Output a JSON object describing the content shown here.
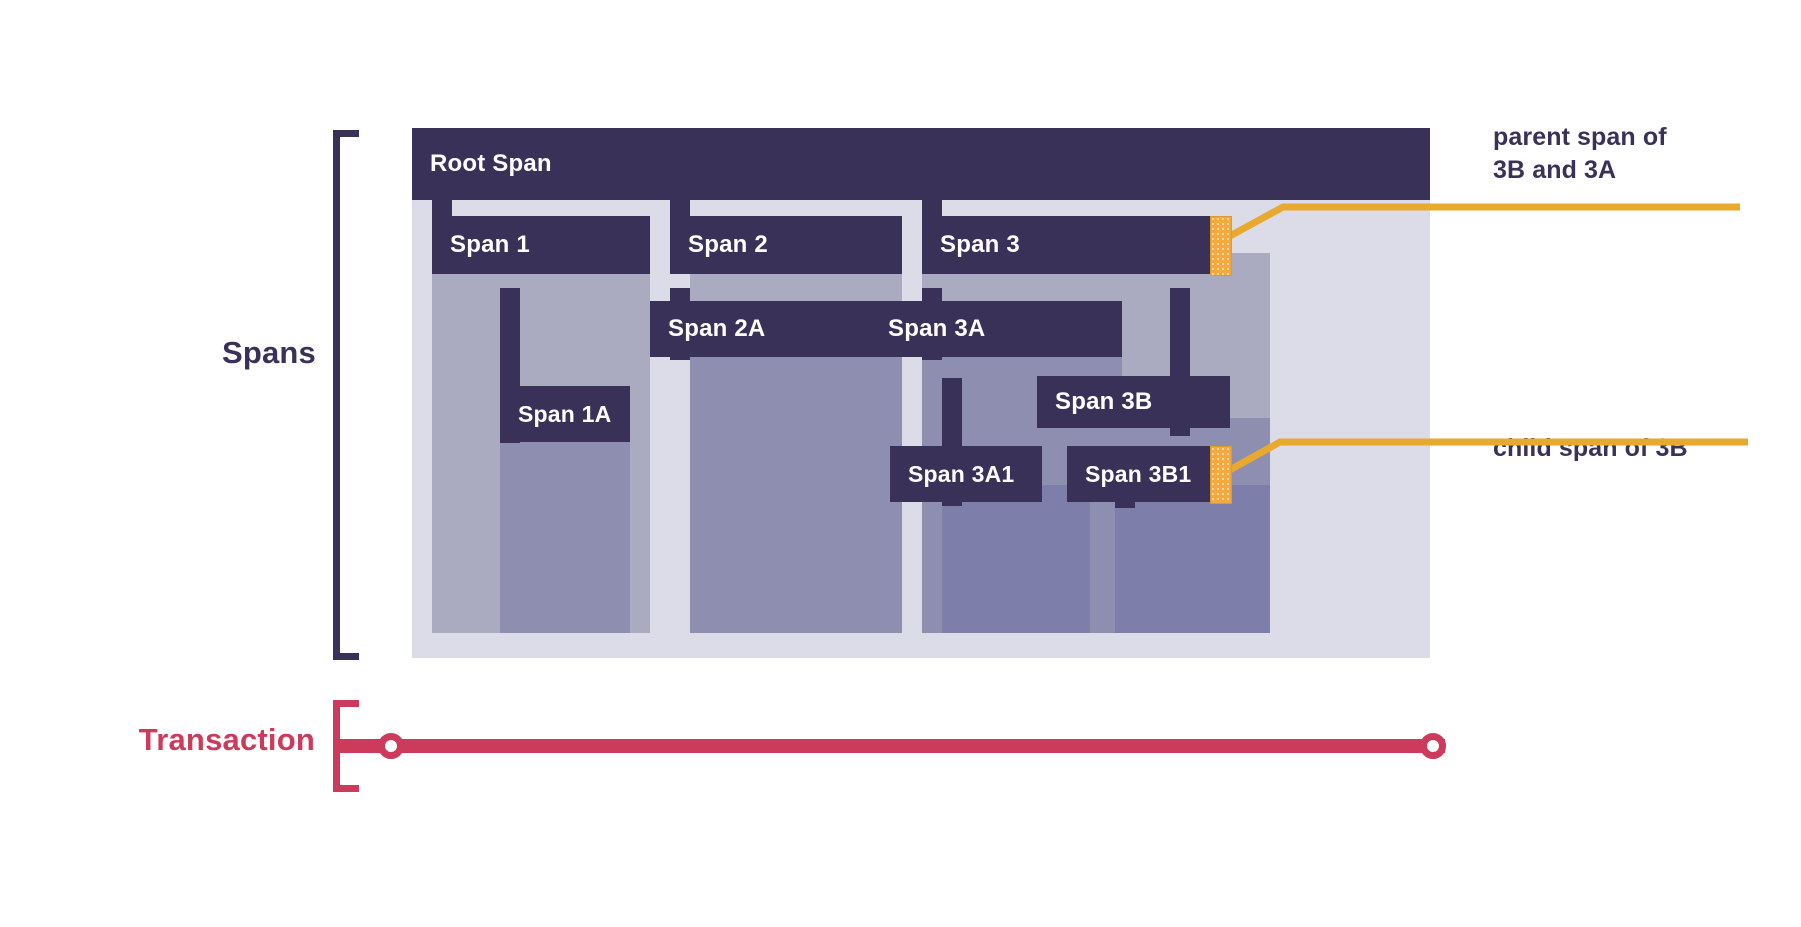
{
  "labels": {
    "spans": "Spans",
    "transaction": "Transaction"
  },
  "colors": {
    "span_bar": "#3a3158",
    "transaction": "#cc3b5b",
    "highlight": "#f4a93c",
    "annotation_line": "#e8a92e",
    "tier_0": "#dcdce8",
    "tier_1": "#aaaac1",
    "tier_2": "#8e8eb0",
    "tier_3": "#7e7eab"
  },
  "spans": [
    {
      "id": "root",
      "label": "Root Span",
      "depth": 0,
      "parent": null
    },
    {
      "id": "s1",
      "label": "Span 1",
      "depth": 1,
      "parent": "root"
    },
    {
      "id": "s1a",
      "label": "Span 1A",
      "depth": 2,
      "parent": "s1"
    },
    {
      "id": "s2",
      "label": "Span 2",
      "depth": 1,
      "parent": "root"
    },
    {
      "id": "s2a",
      "label": "Span 2A",
      "depth": 2,
      "parent": "s2"
    },
    {
      "id": "s3",
      "label": "Span 3",
      "depth": 1,
      "parent": "root"
    },
    {
      "id": "s3a",
      "label": "Span 3A",
      "depth": 2,
      "parent": "s3"
    },
    {
      "id": "s3a1",
      "label": "Span 3A1",
      "depth": 3,
      "parent": "s3a"
    },
    {
      "id": "s3b",
      "label": "Span 3B",
      "depth": 2,
      "parent": "s3"
    },
    {
      "id": "s3b1",
      "label": "Span 3B1",
      "depth": 3,
      "parent": "s3b"
    }
  ],
  "annotations": [
    {
      "id": "anno-parent",
      "line1": "parent span of",
      "line2": "3B and 3A",
      "target": "Span 3"
    },
    {
      "id": "anno-child",
      "line1": "child span of 3B",
      "line2": "",
      "target": "Span 3B1"
    }
  ]
}
